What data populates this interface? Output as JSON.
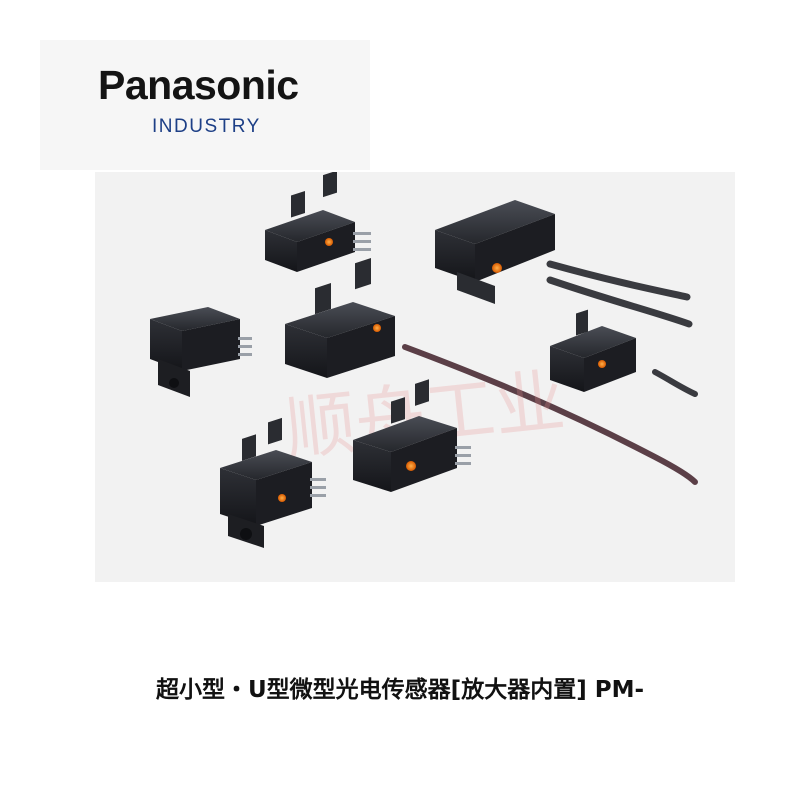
{
  "logo": {
    "brand": "Panasonic",
    "division": "INDUSTRY",
    "brand_color": "#141414",
    "division_color": "#1d3f86"
  },
  "photo": {
    "subject": "micro-photoelectric-sensors",
    "watermark": "顺舟工业"
  },
  "caption": {
    "text": "超小型・U型微型光电传感器[放大器内置] PM-"
  }
}
